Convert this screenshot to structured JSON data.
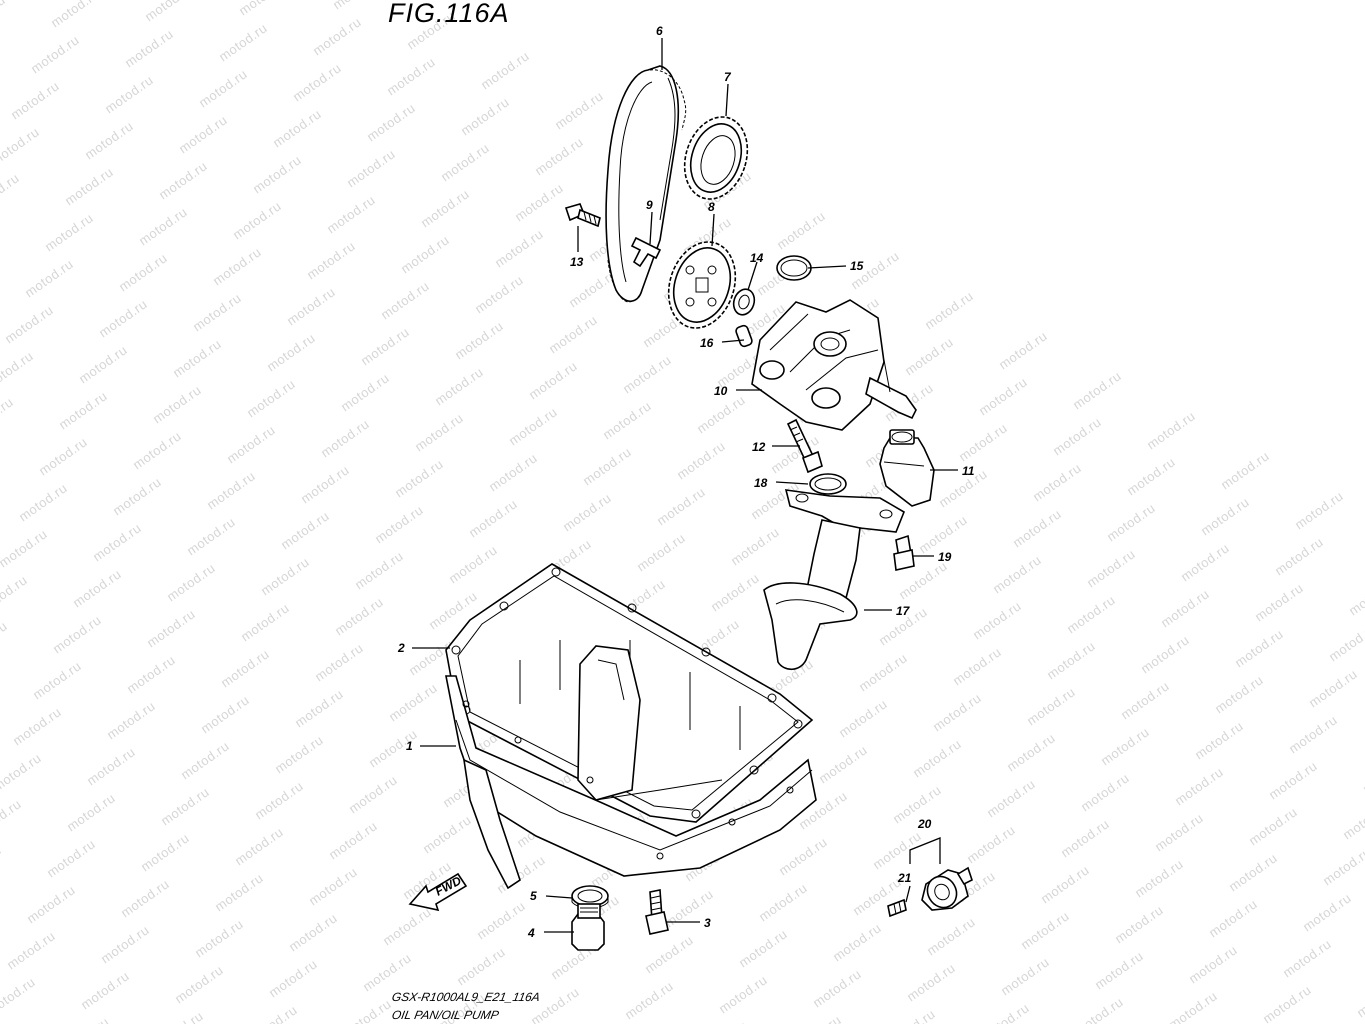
{
  "figure": {
    "title": "FIG.116A",
    "footer_code": "GSX-R1000AL9_E21_116A",
    "footer_name": "OIL PAN/OIL PUMP"
  },
  "watermark_text": "motod.ru",
  "direction_arrow_label": "FWD",
  "callouts": {
    "c1": "1",
    "c2": "2",
    "c3": "3",
    "c4": "4",
    "c5": "5",
    "c6": "6",
    "c7": "7",
    "c8": "8",
    "c9": "9",
    "c10": "10",
    "c11": "11",
    "c12": "12",
    "c13": "13",
    "c14": "14",
    "c15": "15",
    "c16": "16",
    "c17": "17",
    "c18": "18",
    "c19": "19",
    "c20": "20",
    "c21": "21"
  }
}
